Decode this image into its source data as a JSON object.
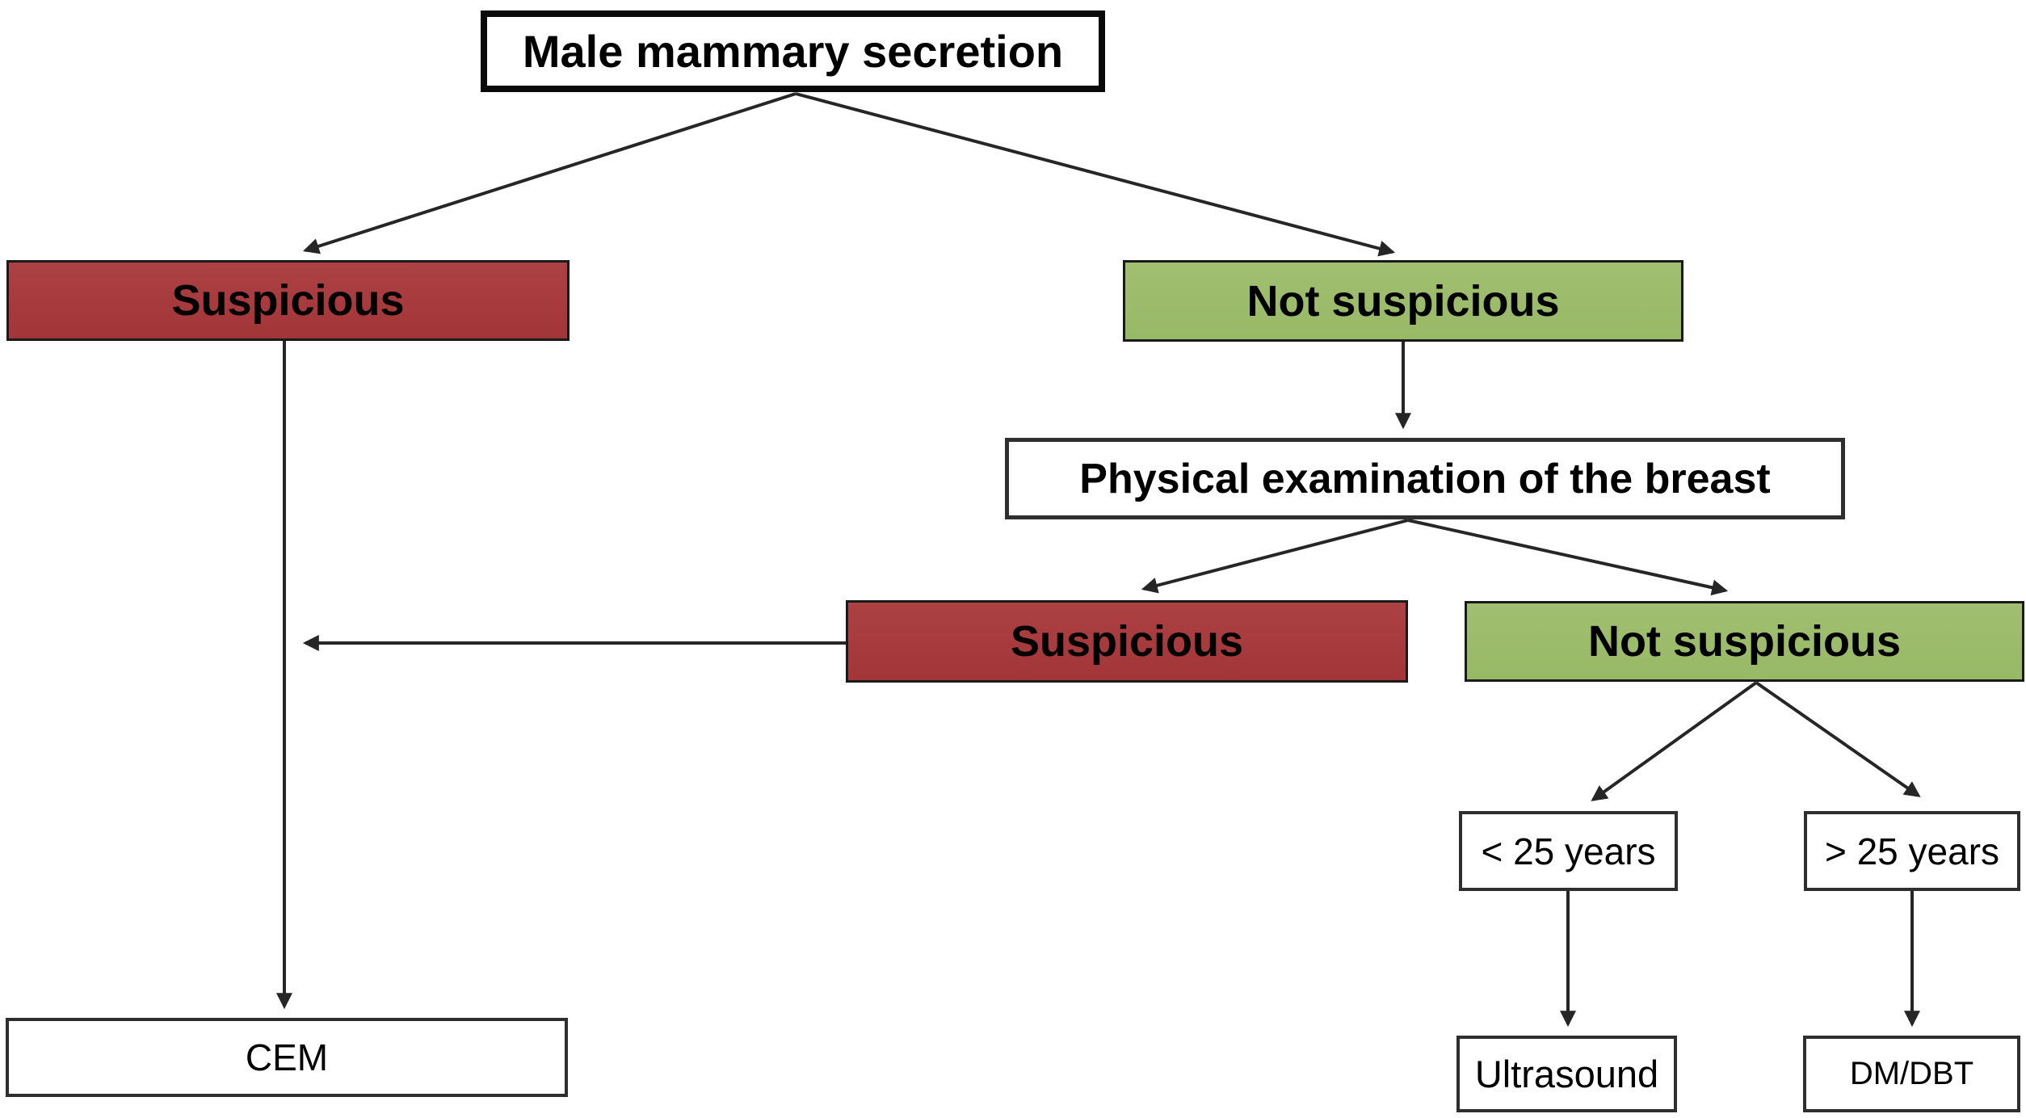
{
  "diagram": {
    "nodes": {
      "root": {
        "label": "Male mammary secretion",
        "type": "start"
      },
      "suspicious1": {
        "label": "Suspicious",
        "type": "decision-result"
      },
      "not_suspicious1": {
        "label": "Not suspicious",
        "type": "decision-result"
      },
      "physical_exam": {
        "label": "Physical examination of the breast",
        "type": "step"
      },
      "suspicious2": {
        "label": "Suspicious",
        "type": "decision-result"
      },
      "not_suspicious2": {
        "label": "Not suspicious",
        "type": "decision-result"
      },
      "under_25": {
        "label": "< 25 years",
        "type": "condition"
      },
      "over_25": {
        "label": "> 25 years",
        "type": "condition"
      },
      "cem": {
        "label": "CEM",
        "type": "outcome"
      },
      "ultrasound": {
        "label": "Ultrasound",
        "type": "outcome"
      },
      "dm_dbt": {
        "label": "DM/DBT",
        "type": "outcome"
      }
    },
    "edges": [
      {
        "from": "root",
        "to": "suspicious1"
      },
      {
        "from": "root",
        "to": "not_suspicious1"
      },
      {
        "from": "not_suspicious1",
        "to": "physical_exam"
      },
      {
        "from": "physical_exam",
        "to": "suspicious2"
      },
      {
        "from": "physical_exam",
        "to": "not_suspicious2"
      },
      {
        "from": "not_suspicious2",
        "to": "under_25"
      },
      {
        "from": "not_suspicious2",
        "to": "over_25"
      },
      {
        "from": "under_25",
        "to": "ultrasound"
      },
      {
        "from": "over_25",
        "to": "dm_dbt"
      },
      {
        "from": "suspicious1",
        "to": "cem"
      },
      {
        "from": "suspicious2",
        "to": "suspicious1-cem-path"
      }
    ]
  },
  "colors": {
    "suspicious_red": "#a23537",
    "suspicious_red_light": "#ac4143",
    "not_suspicious_green": "#98b966",
    "not_suspicious_green_light": "#a0bf70",
    "line_color": "#262626",
    "text_color": "#000000"
  }
}
